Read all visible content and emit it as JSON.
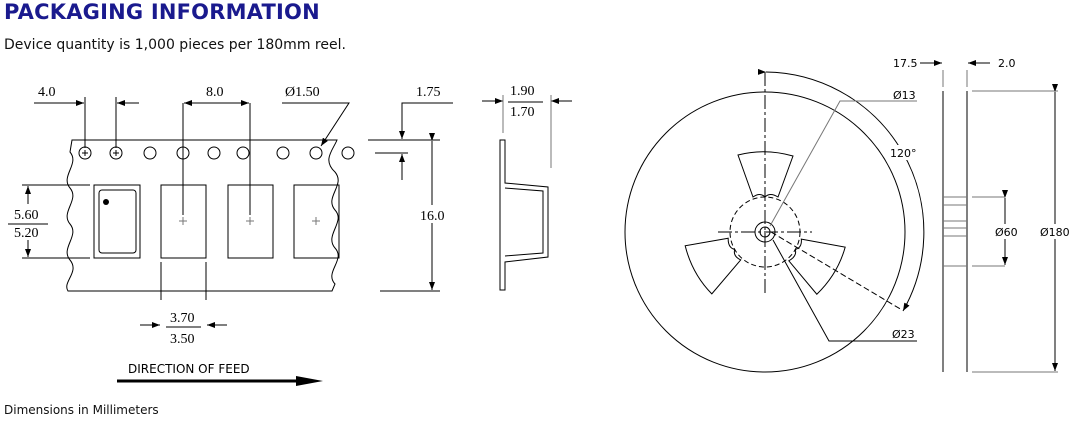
{
  "header": {
    "title": "PACKAGING INFORMATION",
    "subtitle": "Device quantity is 1,000 pieces per 180mm reel."
  },
  "tape": {
    "sprocket_pitch": "4.0",
    "pocket_pitch": "8.0",
    "hole_diameter": "Ø1.50",
    "hole_offset": "1.75",
    "tape_width": "16.0",
    "pocket_length_max": "5.60",
    "pocket_length_min": "5.20",
    "pocket_width_max": "3.70",
    "pocket_width_min": "3.50",
    "depth_max": "1.90",
    "depth_min": "1.70",
    "feed_label": "DIRECTION OF FEED"
  },
  "reel": {
    "hub_hole": "Ø13",
    "angle": "120°",
    "hub_inner": "Ø23",
    "hub_outer": "Ø60",
    "reel_diameter": "Ø180",
    "width": "17.5",
    "flange": "2.0"
  },
  "footer": {
    "note": "Dimensions in Millimeters"
  }
}
